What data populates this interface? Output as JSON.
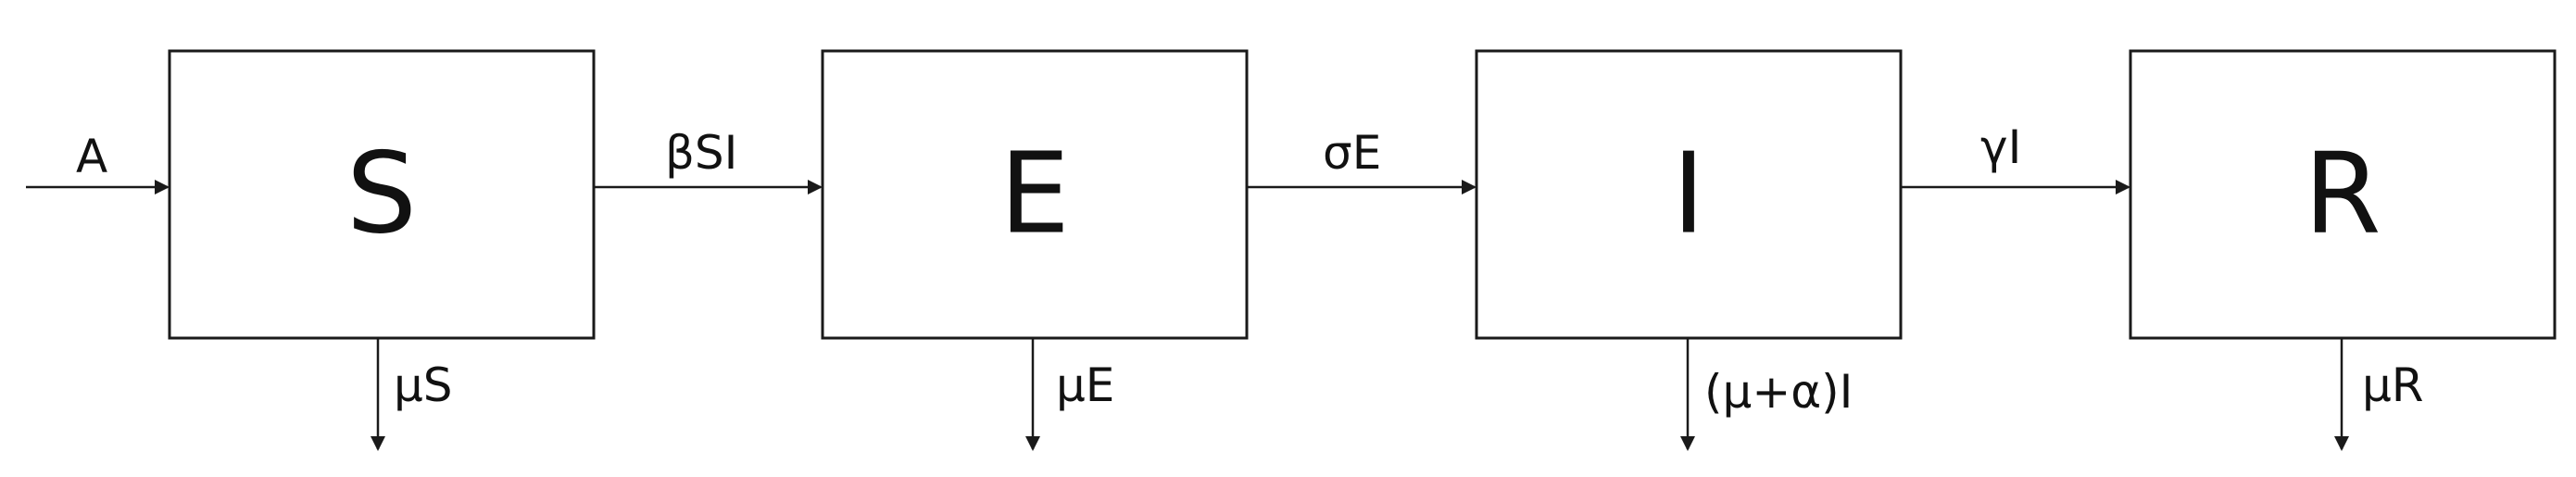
{
  "diagram": {
    "compartments": [
      "S",
      "E",
      "I",
      "R"
    ],
    "flows": {
      "recruitment": "A",
      "infection": "βSI",
      "progression": "σE",
      "recovery": "γI"
    },
    "outflows": {
      "S": "μS",
      "E": "μE",
      "I": "(μ+α)I",
      "R": "μR"
    }
  },
  "colors": {
    "stroke": "#1a1a1a",
    "text": "#111111",
    "background": "#ffffff"
  }
}
